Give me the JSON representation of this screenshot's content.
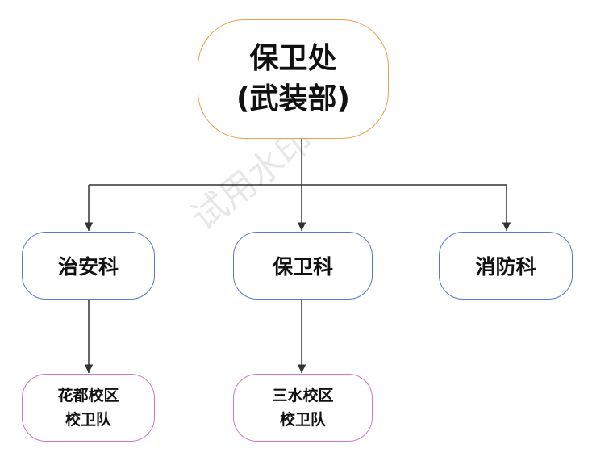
{
  "diagram": {
    "root": {
      "line1": "保卫处",
      "line2": "(武装部)"
    },
    "level2": [
      {
        "label": "治安科"
      },
      {
        "label": "保卫科"
      },
      {
        "label": "消防科"
      }
    ],
    "level3": [
      {
        "line1": "花都校区",
        "line2": "校卫队"
      },
      {
        "line1": "三水校区",
        "line2": "校卫队"
      }
    ],
    "watermark": "试用水印"
  },
  "colors": {
    "root_border": "#E8A04A",
    "level2_border": "#5B77C9",
    "level3_border": "#D477B3",
    "connector": "#333333"
  }
}
